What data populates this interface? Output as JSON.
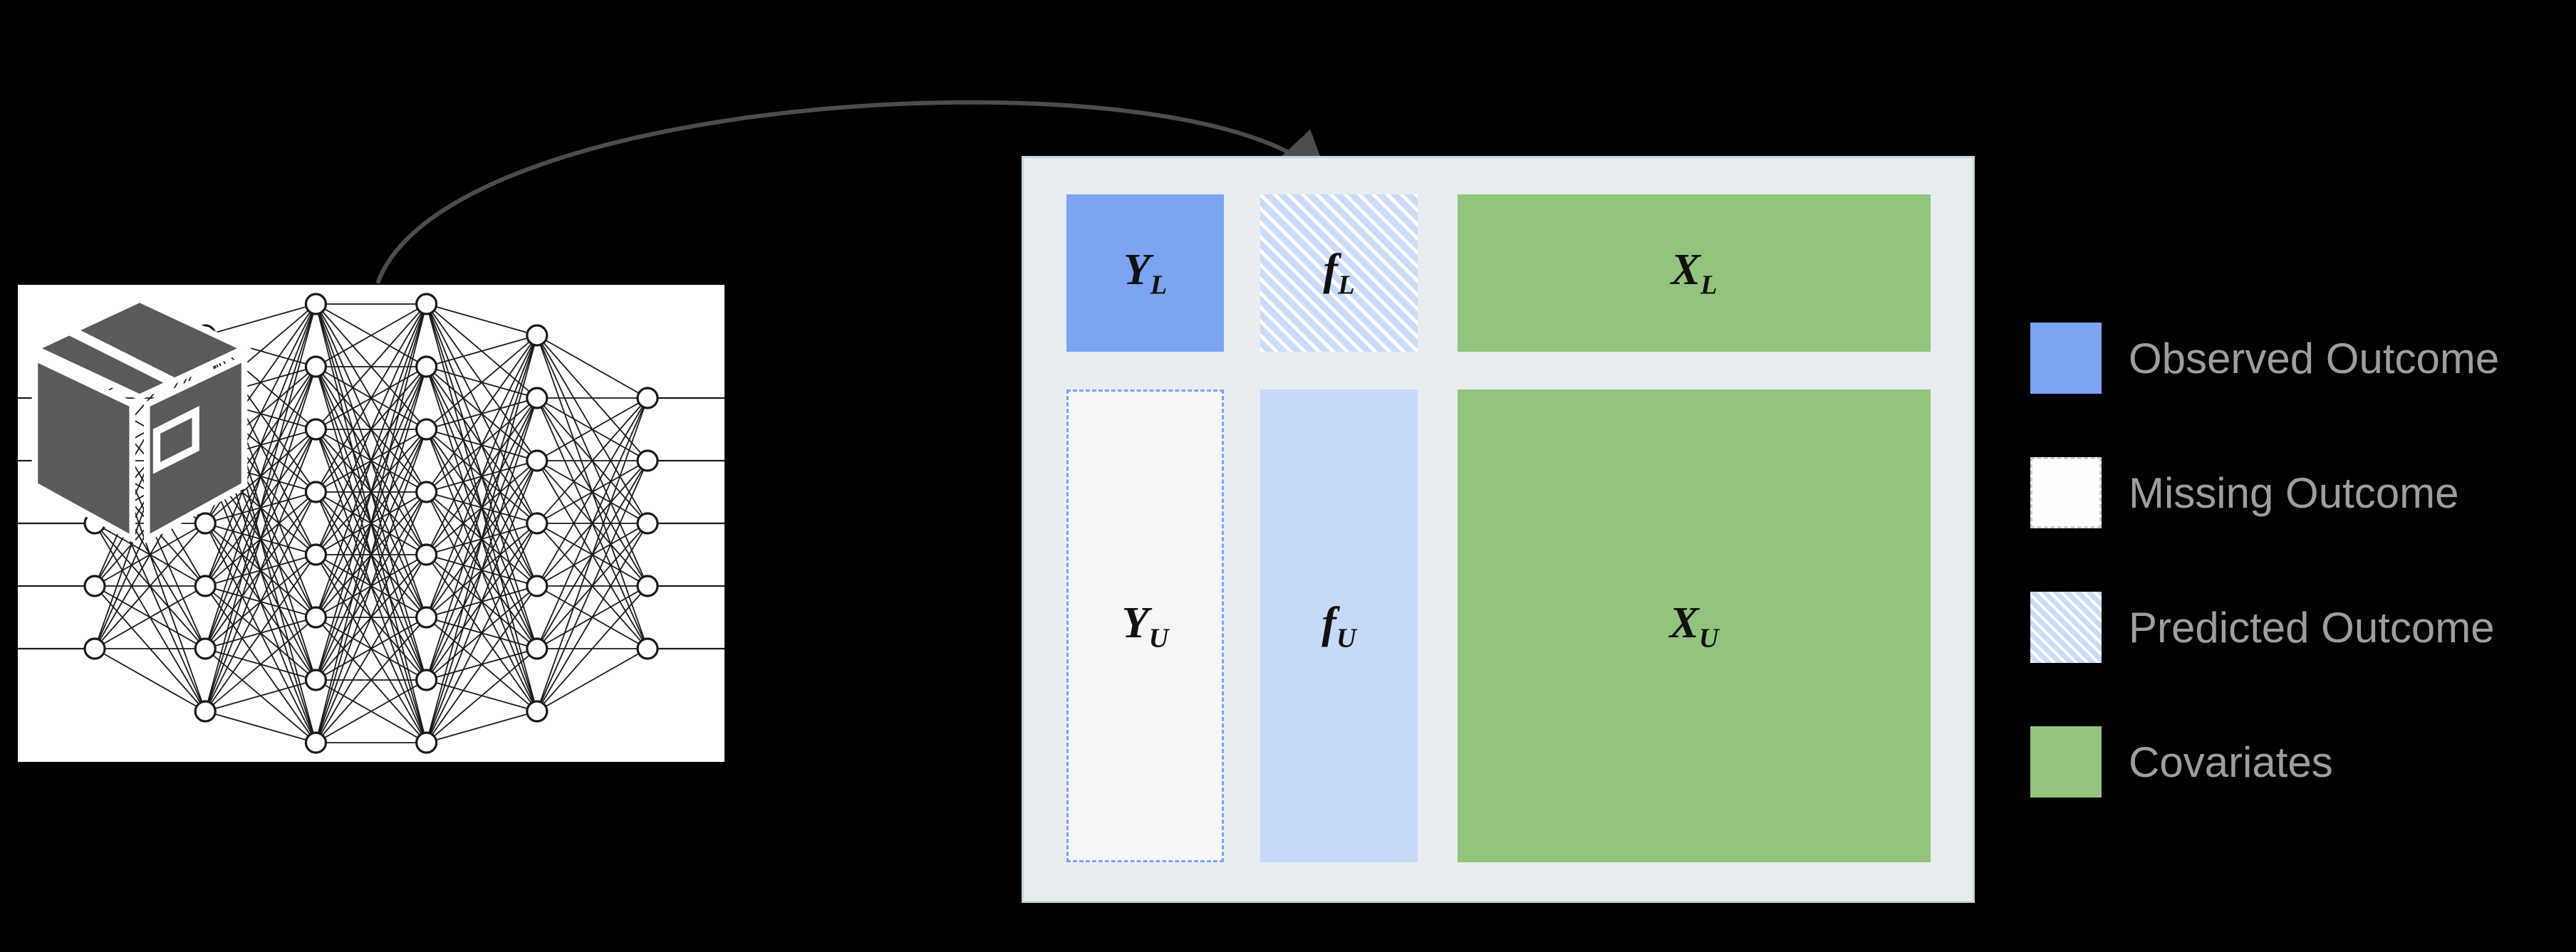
{
  "figure": {
    "network_layers": [
      5,
      7,
      8,
      8,
      7,
      5
    ]
  },
  "icons": {
    "neural_network": "neural-network-icon",
    "package_box": "package-box-icon",
    "curved_arrow": "curved-arrow-icon"
  },
  "colors": {
    "observed": "#7ba4f1",
    "missing_bg": "#f4f6f7",
    "missing_border": "#c3ced6",
    "predicted_base": "#c9dbf8",
    "predicted_solid": "#c7d9f8",
    "covariates": "#93c47d",
    "panel_bg": "#e8edef",
    "panel_border": "#c9d4da",
    "dash_blue": "#7ba4f1",
    "arrow": "#4d4d4d",
    "legend_text": "#9e9e9e",
    "node_fill": "#ffffff",
    "edge": "#1a1a1a",
    "box_bg": "#ffffff",
    "cube": "#5a5a5a",
    "block_text": "#111111"
  },
  "matrix": {
    "blocks": [
      {
        "base": "Y",
        "sub": "L",
        "role": "observed"
      },
      {
        "base": "f",
        "sub": "L",
        "role": "predicted"
      },
      {
        "base": "X",
        "sub": "L",
        "role": "covariates"
      },
      {
        "base": "Y",
        "sub": "U",
        "role": "missing"
      },
      {
        "base": "f",
        "sub": "U",
        "role": "predicted"
      },
      {
        "base": "X",
        "sub": "U",
        "role": "covariates"
      }
    ]
  },
  "legend": {
    "items": [
      {
        "label": "Observed Outcome",
        "type": "observed"
      },
      {
        "label": "Missing Outcome",
        "type": "missing"
      },
      {
        "label": "Predicted Outcome",
        "type": "predicted"
      },
      {
        "label": "Covariates",
        "type": "covariates"
      }
    ]
  }
}
